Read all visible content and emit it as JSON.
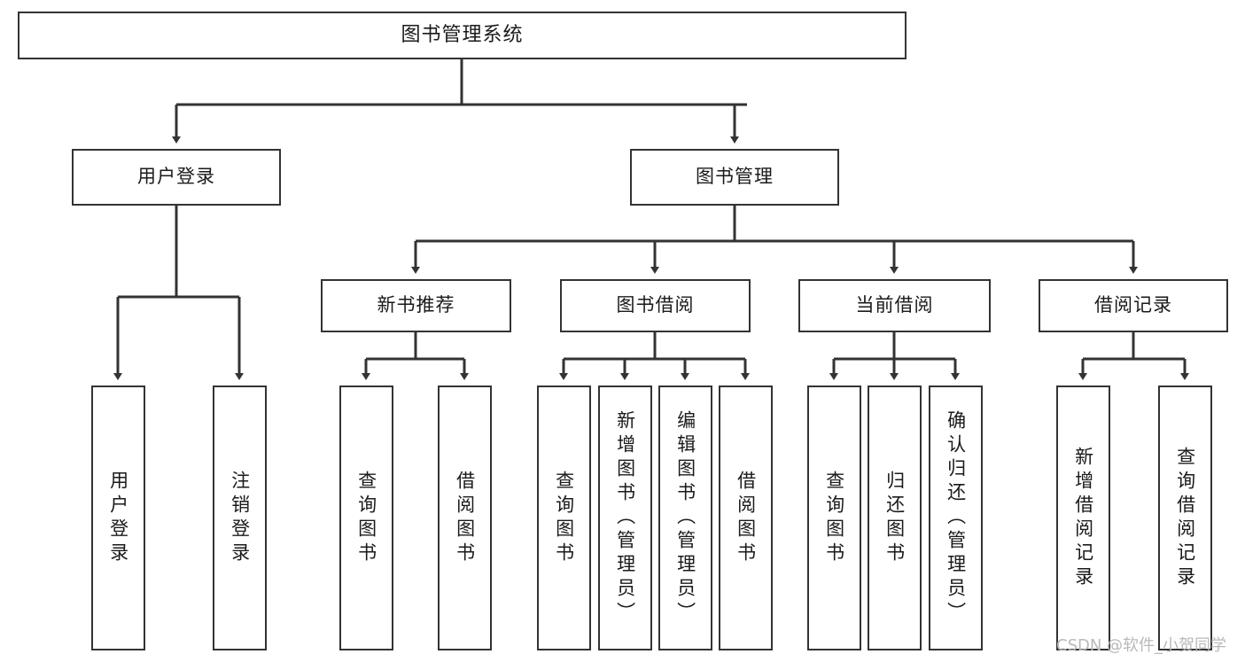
{
  "diagram": {
    "title": "图书管理系统",
    "watermark": "CSDN @软件_小贺同学",
    "line_color": "#333333",
    "box_fill": "#ffffff",
    "text_color": "#1a1a1a",
    "watermark_color": "#b9b9b9",
    "nodes": {
      "root": {
        "label": "图书管理系统"
      },
      "level2": [
        {
          "id": "user-login",
          "label": "用户登录"
        },
        {
          "id": "book-manage",
          "label": "图书管理"
        }
      ],
      "level3": [
        {
          "id": "new-book-recommend",
          "label": "新书推荐"
        },
        {
          "id": "book-borrow",
          "label": "图书借阅"
        },
        {
          "id": "current-borrow",
          "label": "当前借阅"
        },
        {
          "id": "borrow-record",
          "label": "借阅记录"
        }
      ],
      "leaves": {
        "user-login": [
          {
            "id": "leaf-user-login",
            "label": "用户登录"
          },
          {
            "id": "leaf-logout",
            "label": "注销登录"
          }
        ],
        "new-book-recommend": [
          {
            "id": "leaf-query-book-1",
            "label": "查询图书"
          },
          {
            "id": "leaf-borrow-book-1",
            "label": "借阅图书"
          }
        ],
        "book-borrow": [
          {
            "id": "leaf-query-book-2",
            "label": "查询图书"
          },
          {
            "id": "leaf-add-book",
            "label": "新增图书（管理员）"
          },
          {
            "id": "leaf-edit-book",
            "label": "编辑图书（管理员）"
          },
          {
            "id": "leaf-borrow-book-2",
            "label": "借阅图书"
          }
        ],
        "current-borrow": [
          {
            "id": "leaf-query-book-3",
            "label": "查询图书"
          },
          {
            "id": "leaf-return-book",
            "label": "归还图书"
          },
          {
            "id": "leaf-confirm-return",
            "label": "确认归还（管理员）"
          }
        ],
        "borrow-record": [
          {
            "id": "leaf-add-record",
            "label": "新增借阅记录"
          },
          {
            "id": "leaf-query-record",
            "label": "查询借阅记录"
          }
        ]
      }
    }
  }
}
